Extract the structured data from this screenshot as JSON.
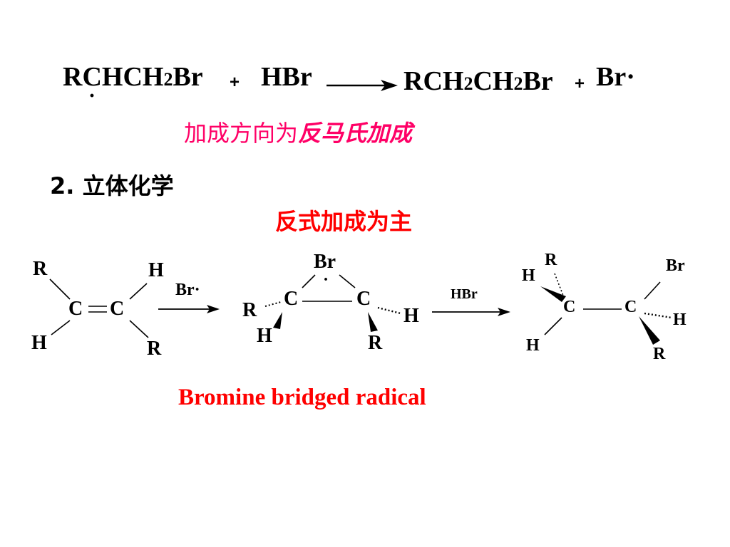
{
  "equation": {
    "reactant_main": "RCHCH",
    "reactant_sub": "2",
    "reactant_end": "Br",
    "plus1": "+",
    "reagent": "HBr",
    "product_a": "RCH",
    "product_a_sub": "2",
    "product_b": "CH",
    "product_b_sub": "2",
    "product_end": "Br",
    "plus2": "+",
    "radical": "Br·",
    "radical_dot": "·"
  },
  "notes": {
    "direction_prefix": "加成方向为",
    "direction_em": "反马氏加成",
    "section_heading": "2. 立体化学",
    "anti_addition": "反式加成为主",
    "caption": "Bromine  bridged  radical"
  },
  "alkene": {
    "c1": "C",
    "c2": "C",
    "top_left": "R",
    "bottom_left": "H",
    "top_right": "H",
    "bottom_right": "R"
  },
  "step1": {
    "reagent": "Br",
    "reagent_dot": "·"
  },
  "bridged": {
    "br": "Br",
    "br_dot": "·",
    "c1": "C",
    "c2": "C",
    "left": "R",
    "left_down": "H",
    "right": "H",
    "right_down": "R"
  },
  "step2": {
    "reagent": "HBr"
  },
  "product": {
    "c1": "C",
    "c2": "C",
    "c1_top": "R",
    "c1_wedge": "H",
    "c1_down": "H",
    "c2_top": "Br",
    "c2_hash": "H",
    "c2_wedge": "R"
  },
  "colors": {
    "pink": "#ff0066",
    "red": "#ff0000",
    "ink": "#000000"
  }
}
